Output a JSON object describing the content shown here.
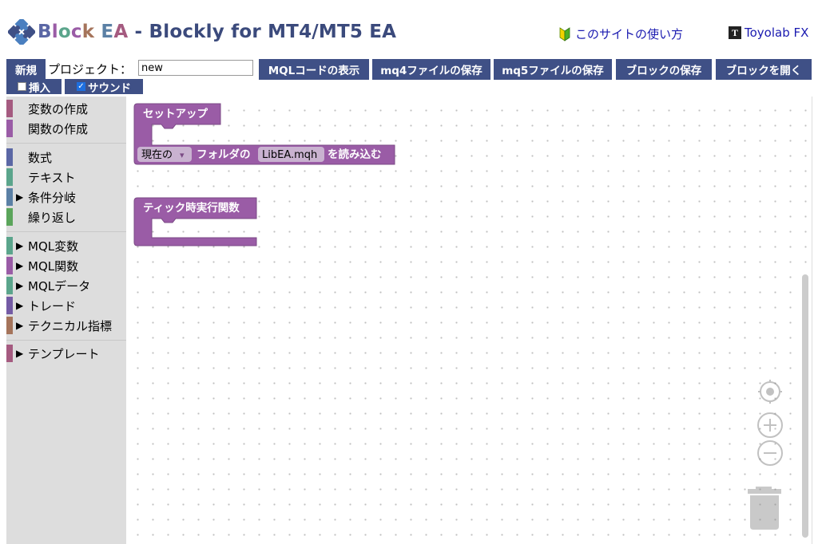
{
  "header": {
    "title_parts": [
      "B",
      "l",
      "o",
      "c",
      "k",
      " ",
      "E",
      "A"
    ],
    "title_rest": " - Blockly for MT4/MT5 EA",
    "help_link": "このサイトの使い方",
    "fx_link": "Toyolab FX",
    "fx_icon_glyph": "T"
  },
  "toolbar": {
    "new_label": "新規",
    "project_label": "プロジェクト：",
    "project_value": "new",
    "show_code": "MQLコードの表示",
    "save_mq4": "mq4ファイルの保存",
    "save_mq5": "mq5ファイルの保存",
    "save_blocks": "ブロックの保存",
    "open_blocks": "ブロックを開く",
    "insert_label": "挿入",
    "insert_checked": false,
    "sound_label": "サウンド",
    "sound_checked": true
  },
  "toolbox": {
    "items": [
      {
        "label": "変数の作成",
        "color": "#a55b80",
        "expandable": false
      },
      {
        "label": "関数の作成",
        "color": "#9a5ca6",
        "expandable": false
      },
      {
        "label": "数式",
        "color": "#5b67a5",
        "expandable": false
      },
      {
        "label": "テキスト",
        "color": "#5ba58c",
        "expandable": false
      },
      {
        "label": "条件分岐",
        "color": "#5b80a5",
        "expandable": true
      },
      {
        "label": "繰り返し",
        "color": "#5ba55b",
        "expandable": false
      },
      {
        "label": "MQL変数",
        "color": "#5ba58c",
        "expandable": true
      },
      {
        "label": "MQL関数",
        "color": "#9a5ca6",
        "expandable": true
      },
      {
        "label": "MQLデータ",
        "color": "#5ba58c",
        "expandable": true
      },
      {
        "label": "トレード",
        "color": "#745ba5",
        "expandable": true
      },
      {
        "label": "テクニカル指標",
        "color": "#a5745b",
        "expandable": true
      },
      {
        "label": "テンプレート",
        "color": "#a55b80",
        "expandable": true
      }
    ]
  },
  "blocks": {
    "setup": {
      "label": "セットアップ"
    },
    "include": {
      "dropdown": "現在の",
      "dropdown_arrow": "▾",
      "middle": "フォルダの",
      "file": "LibEA.mqh",
      "tail": "を読み込む"
    },
    "tick": {
      "label": "ティック時実行関数"
    }
  },
  "colors": {
    "button_bg": "#3f5086",
    "block_purple": "#9a5ca6",
    "toolbox_bg": "#dddddd"
  }
}
